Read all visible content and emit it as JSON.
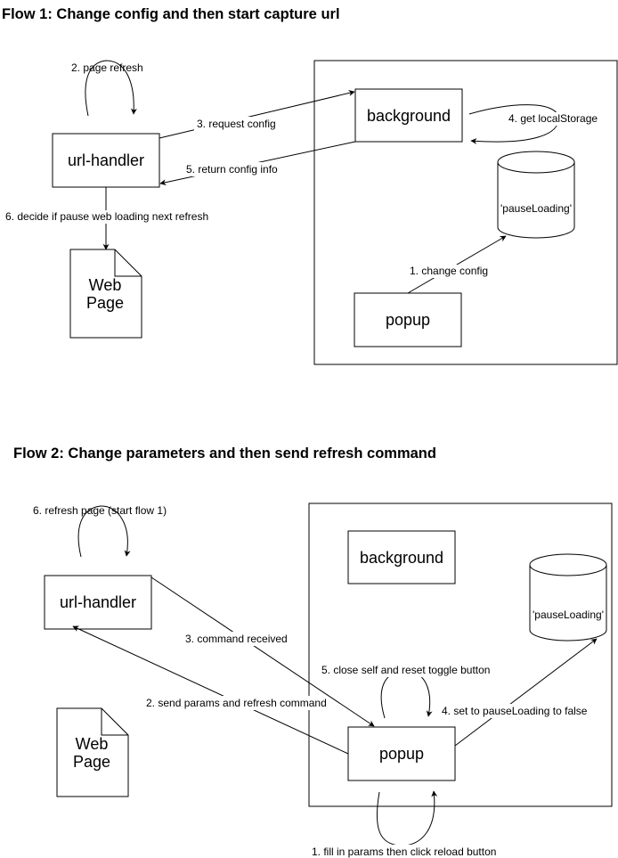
{
  "flow1": {
    "title": "Flow 1: Change config and then start capture url",
    "nodes": {
      "url_handler": "url-handler",
      "background": "background",
      "popup": "popup",
      "db": "'pauseLoading'",
      "web_page_line1": "Web",
      "web_page_line2": "Page"
    },
    "edges": {
      "page_refresh": "2. page refresh",
      "request_config": "3. request config",
      "return_config": "5. return config info",
      "get_local_storage": "4. get localStorage",
      "decide_pause": "6. decide if pause web loading next refresh",
      "change_config": "1. change config"
    }
  },
  "flow2": {
    "title": "Flow 2: Change parameters and then send refresh command",
    "nodes": {
      "url_handler": "url-handler",
      "background": "background",
      "popup": "popup",
      "db": "'pauseLoading'",
      "web_page_line1": "Web",
      "web_page_line2": "Page"
    },
    "edges": {
      "refresh_page": "6. refresh page (start flow 1)",
      "command_received": "3. command received",
      "close_self": "5. close self and reset toggle button",
      "send_params": "2. send params and refresh command",
      "set_pause_false": "4. set to pauseLoading to false",
      "fill_params": "1. fill in params then click reload button"
    }
  }
}
